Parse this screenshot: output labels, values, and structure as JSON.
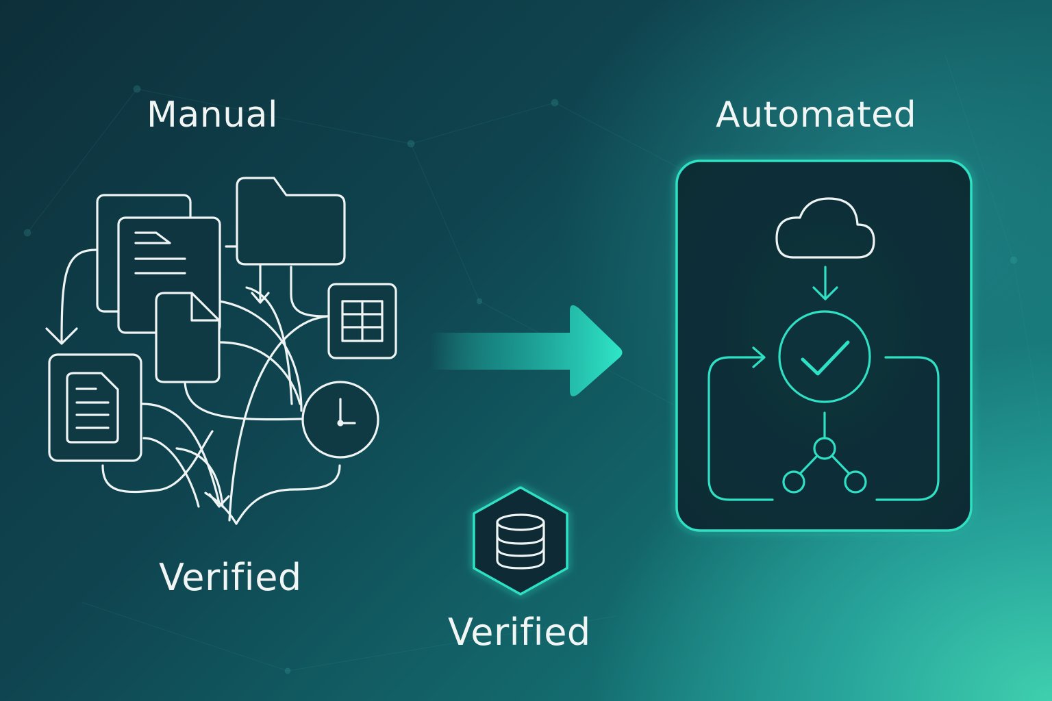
{
  "labels": {
    "manual": "Manual",
    "automated": "Automated",
    "verified_left": "Verified",
    "verified_center": "Verified"
  },
  "colors": {
    "bg_dark": "#0d2f3a",
    "bg_teal": "#1b8f8a",
    "accent": "#2fe0c4",
    "line_white": "#eef4f3",
    "panel_fill": "#0f2e37"
  },
  "icons": {
    "manual": [
      "document-icon",
      "folder-icon",
      "spreadsheet-icon",
      "clock-icon",
      "tangled-arrows"
    ],
    "automated": [
      "cloud-icon",
      "check-circle-icon",
      "branch-icon",
      "loop-arrows"
    ],
    "center": [
      "database-icon",
      "hexagon-badge"
    ],
    "transition": "arrow-right-icon"
  }
}
